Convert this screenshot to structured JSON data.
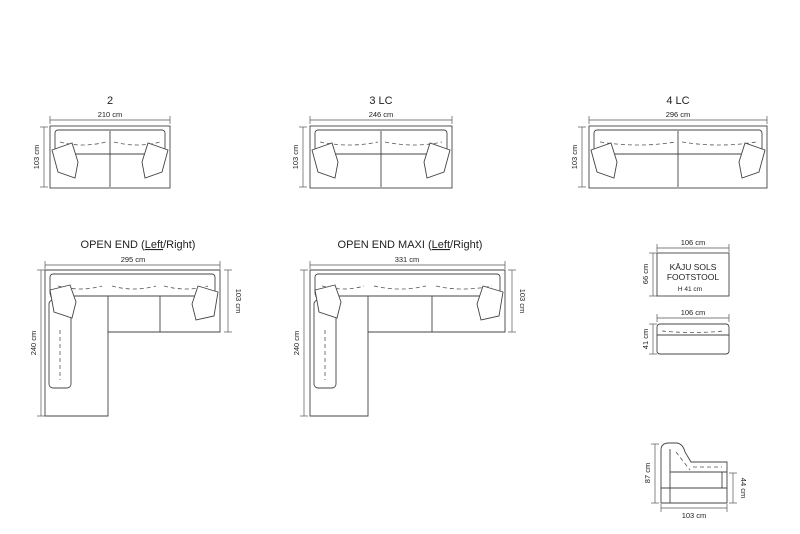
{
  "sofa_2": {
    "title": "2",
    "width": "210 cm",
    "depth": "103 cm"
  },
  "sofa_3lc": {
    "title": "3 LC",
    "width": "246 cm",
    "depth": "103 cm"
  },
  "sofa_4lc": {
    "title": "4 LC",
    "width": "296 cm",
    "depth": "103 cm"
  },
  "open_end": {
    "title_prefix": "OPEN END (",
    "title_left": "Left",
    "title_suffix": "/Right)",
    "width": "295 cm",
    "depth": "103 cm",
    "length": "240 cm"
  },
  "open_end_maxi": {
    "title_prefix": "OPEN END MAXI (",
    "title_left": "Left",
    "title_suffix": "/Right)",
    "width": "331 cm",
    "depth": "103 cm",
    "length": "240 cm"
  },
  "footstool": {
    "label_line1": "KĀJU SOLS",
    "label_line2": "FOOTSTOOL",
    "height_note": "H  41 cm",
    "width_top": "106 cm",
    "depth_top": "66 cm",
    "width_front": "106 cm",
    "height_front": "41 cm"
  },
  "side_view": {
    "height": "87 cm",
    "seat_height": "44 cm",
    "depth": "103 cm"
  }
}
